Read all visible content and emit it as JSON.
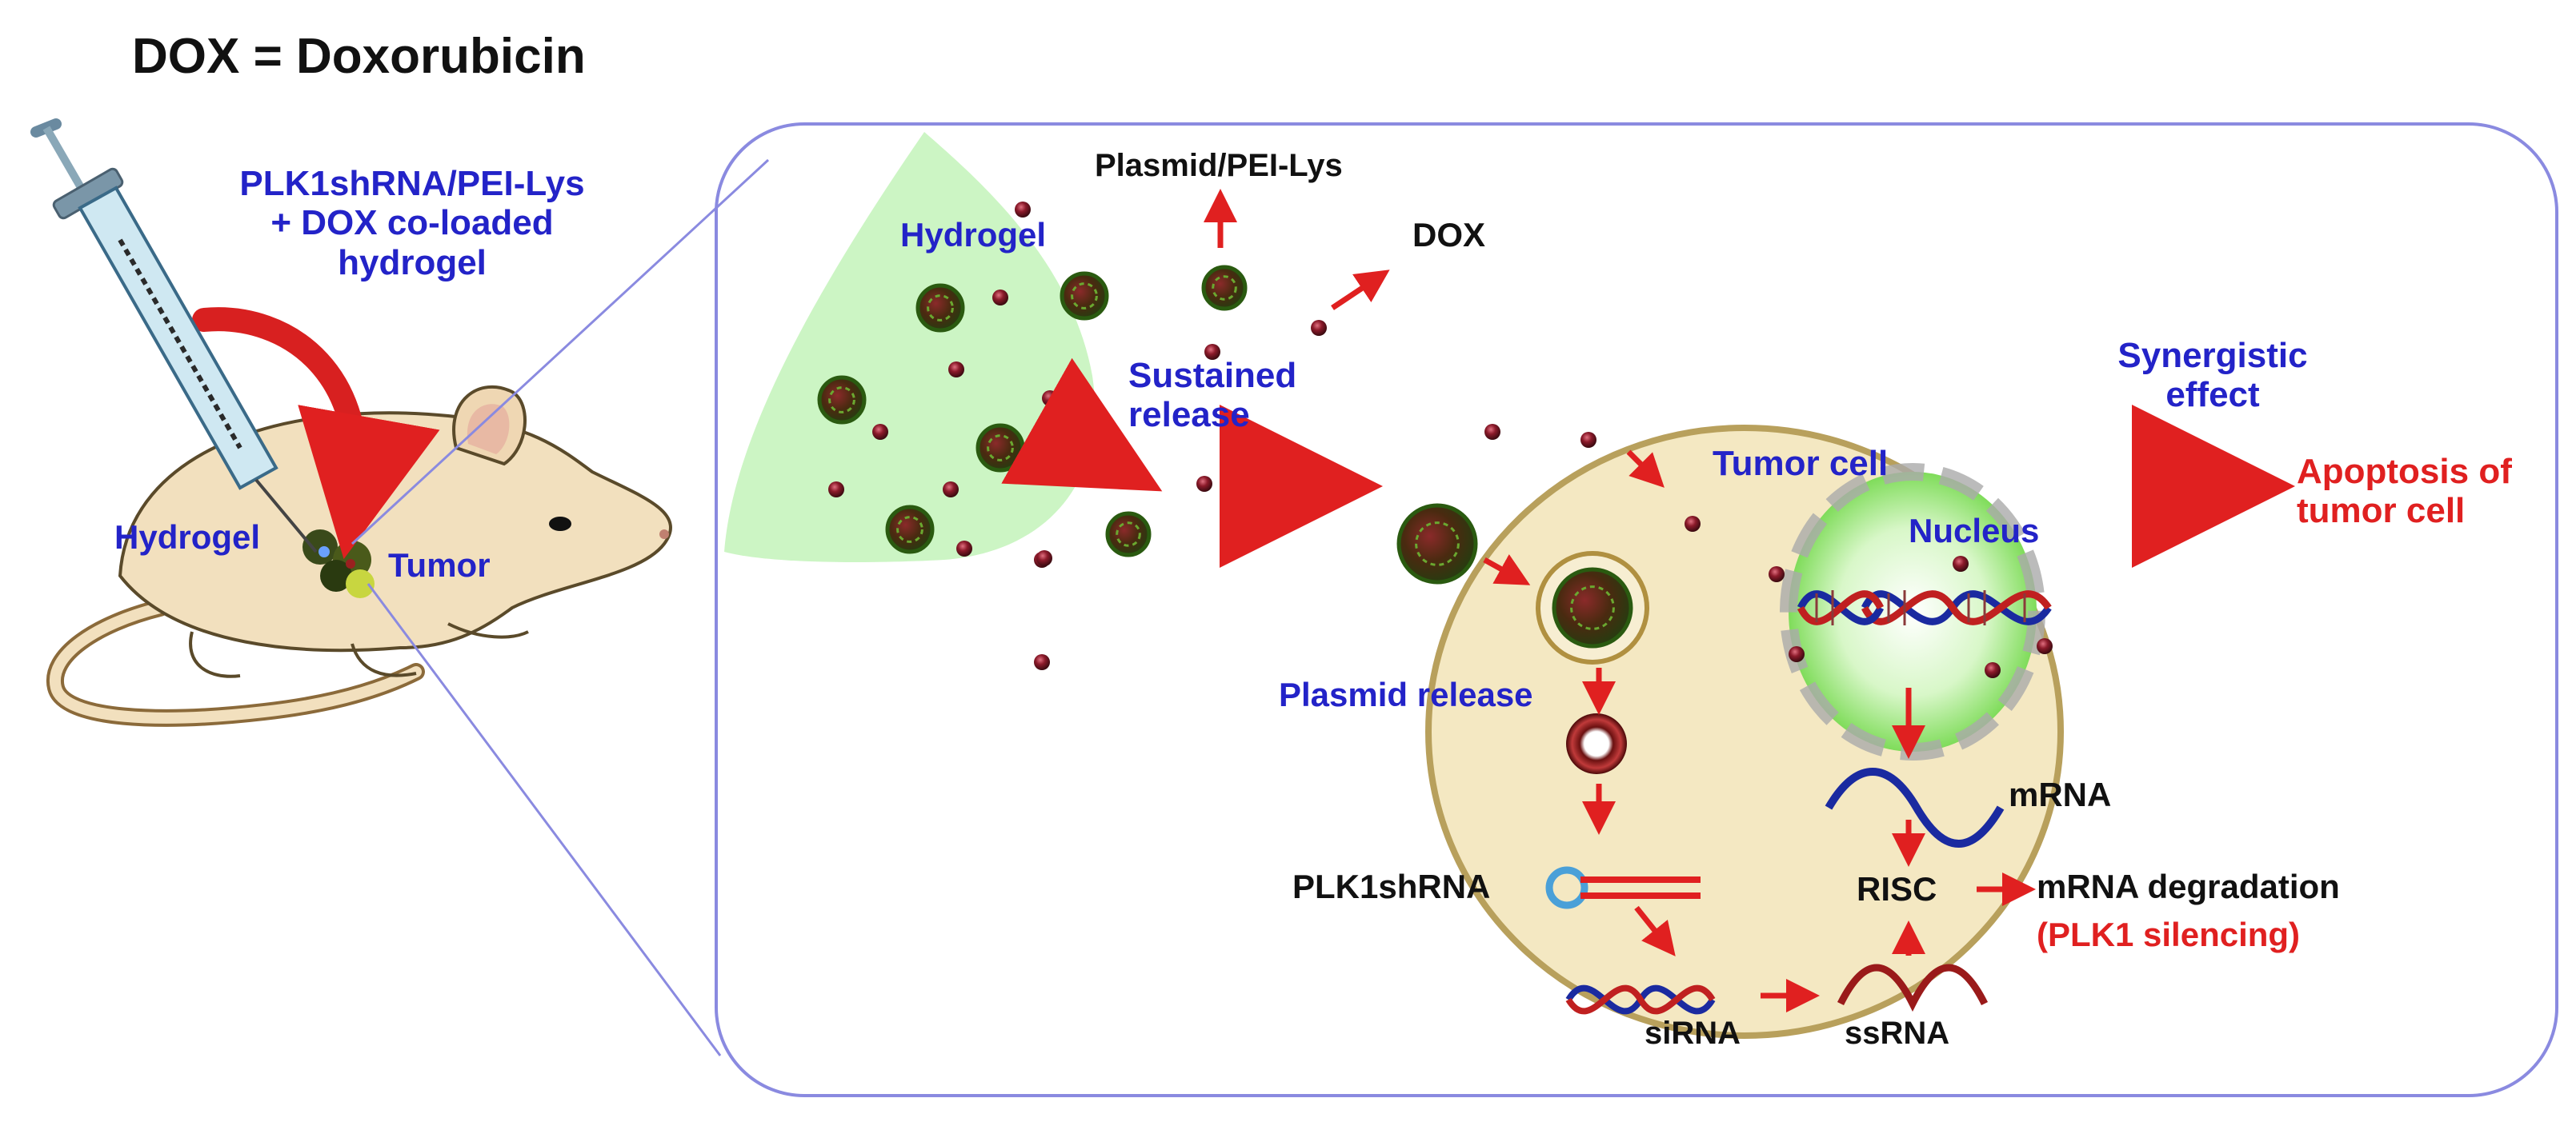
{
  "header": {
    "definition": "DOX = Doxorubicin"
  },
  "injection": {
    "line1": "PLK1shRNA/PEI-Lys",
    "line2": "+ DOX co-loaded",
    "line3": "hydrogel"
  },
  "mouse": {
    "hydrogel_label": "Hydrogel",
    "tumor_label": "Tumor"
  },
  "release": {
    "hydrogel_label": "Hydrogel",
    "plasmid_pei_label": "Plasmid/PEI-Lys",
    "dox_label": "DOX",
    "sustained_line1": "Sustained",
    "sustained_line2": "release"
  },
  "cell": {
    "tumor_cell_label": "Tumor cell",
    "nucleus_label": "Nucleus",
    "plasmid_release_label": "Plasmid release",
    "plk1shrna_label": "PLK1shRNA",
    "sirna_label": "siRNA",
    "ssrna_label": "ssRNA",
    "risc_label": "RISC",
    "mrna_label": "mRNA",
    "degradation_label": "mRNA degradation",
    "silencing_label": "(PLK1 silencing)"
  },
  "outcome": {
    "synergy_line1": "Synergistic",
    "synergy_line2": "effect",
    "apoptosis_line1": "Apoptosis of",
    "apoptosis_line2": "tumor cell"
  },
  "colors": {
    "label_blue": "#2323c8",
    "label_red": "#e02020",
    "arrow_red": "#e02020",
    "hydrogel_green": "#ccf5c4",
    "cell_fill": "#f4e8c2",
    "cell_border": "#b8a05c",
    "panel_border": "#8a8ae0",
    "nanoparticle": "#3a4a1a",
    "dox_dot": "#8b1a2a"
  },
  "icons": [
    "syringe-icon",
    "mouse-icon",
    "nanoparticle-icon",
    "dna-helix-icon",
    "plasmid-ring-icon",
    "shrna-hairpin-icon"
  ]
}
